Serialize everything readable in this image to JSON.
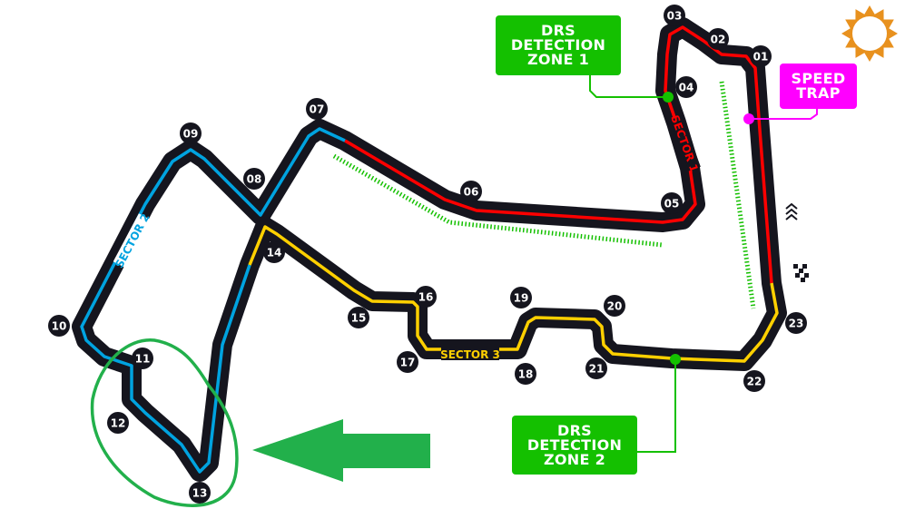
{
  "colors": {
    "track": "#15151e",
    "sector1": "#ff0000",
    "sector2": "#00a3e0",
    "sector3": "#ffd000",
    "drs": "#14c000",
    "speed_trap": "#ff00ff",
    "annotation": "#22b04b",
    "sun": "#e8911e"
  },
  "sectors": [
    "SECTOR 1",
    "SECTOR 2",
    "SECTOR 3"
  ],
  "corners": [
    "01",
    "02",
    "03",
    "04",
    "05",
    "06",
    "07",
    "08",
    "09",
    "10",
    "11",
    "12",
    "13",
    "14",
    "15",
    "16",
    "17",
    "18",
    "19",
    "20",
    "21",
    "22",
    "23"
  ],
  "drs_zone_1": {
    "lines": [
      "DRS",
      "DETECTION",
      "ZONE 1"
    ]
  },
  "drs_zone_2": {
    "lines": [
      "DRS",
      "DETECTION",
      "ZONE 2"
    ]
  },
  "speed_trap": {
    "lines": [
      "SPEED",
      "TRAP"
    ]
  },
  "icons": [
    "sun-icon",
    "chevrons-icon",
    "checkered-flag-icon",
    "left-arrow-icon"
  ]
}
